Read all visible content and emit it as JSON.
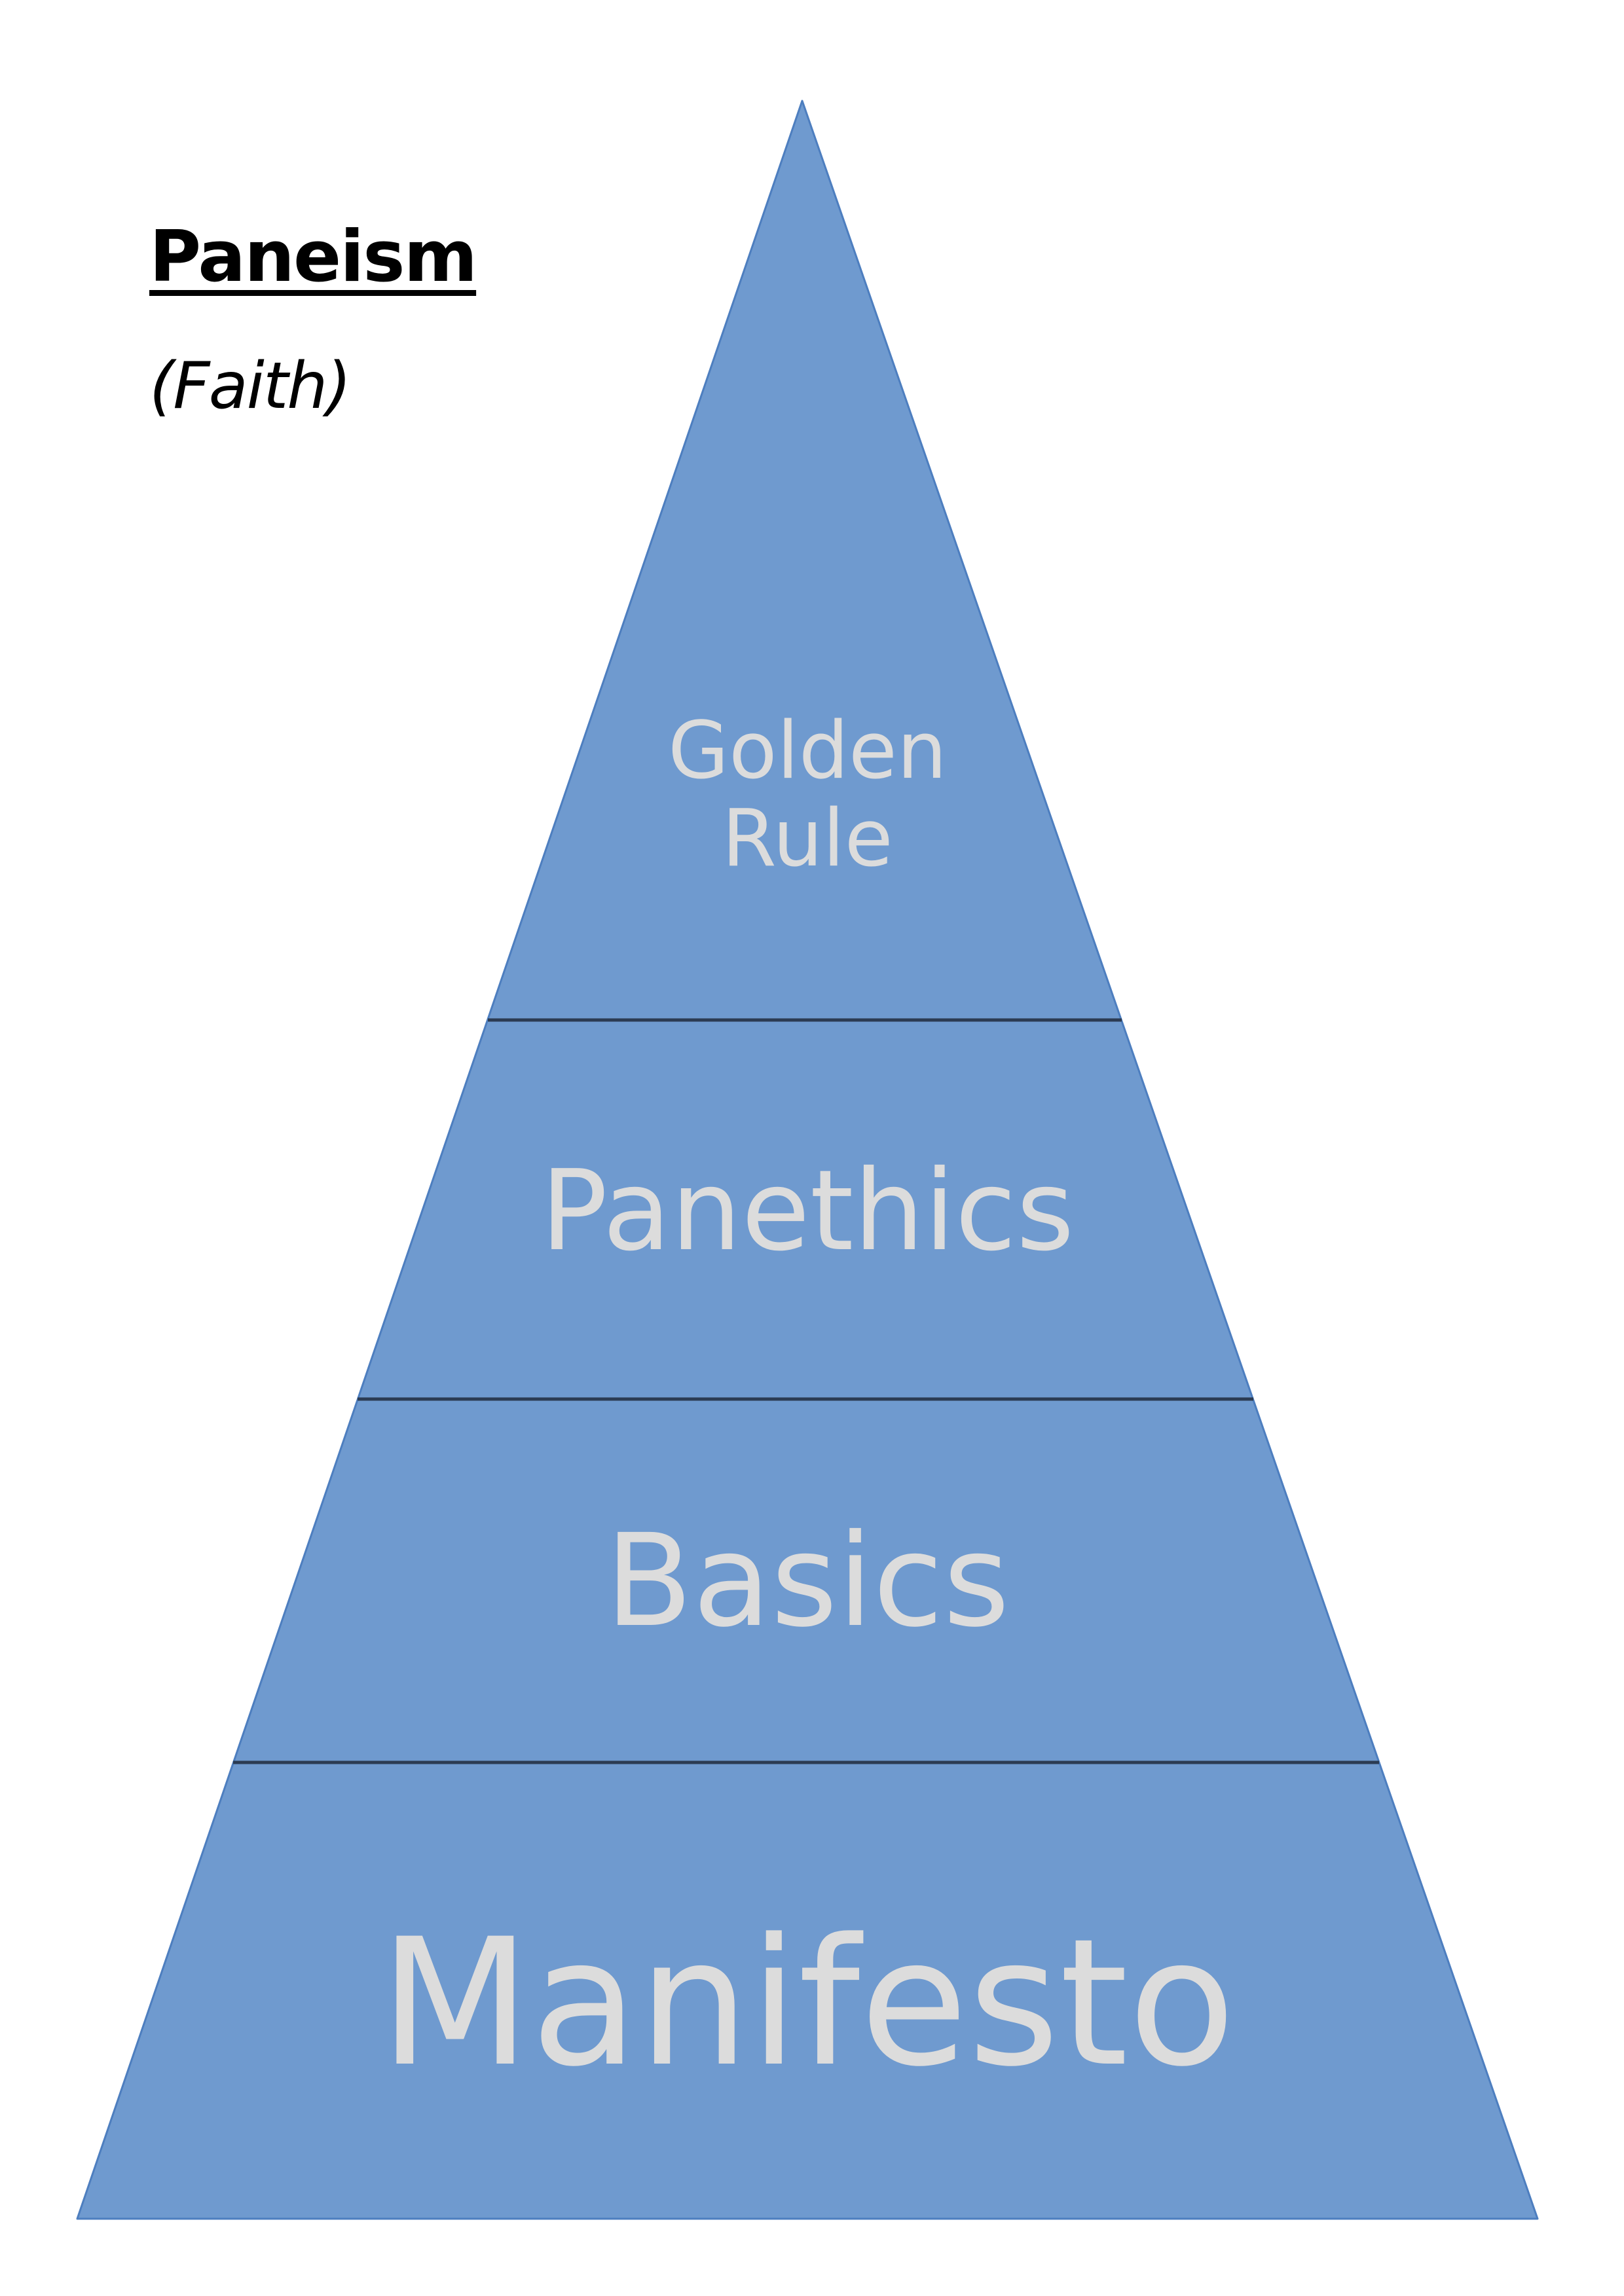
{
  "header": {
    "title": "Paneism",
    "subtitle": "(Faith)"
  },
  "pyramid": {
    "type": "pyramid-diagram",
    "levels": [
      {
        "label": "Golden Rule",
        "lines": [
          "Golden",
          "Rule"
        ]
      },
      {
        "label": "Panethics"
      },
      {
        "label": "Basics"
      },
      {
        "label": "Manifesto"
      }
    ],
    "colors": {
      "fill": "#6F9ACF",
      "edge": "#4D7EBF",
      "divider": "#2B3B52",
      "label": "#DCDCDC",
      "title_text": "#000000",
      "background": "#FFFFFF"
    }
  }
}
